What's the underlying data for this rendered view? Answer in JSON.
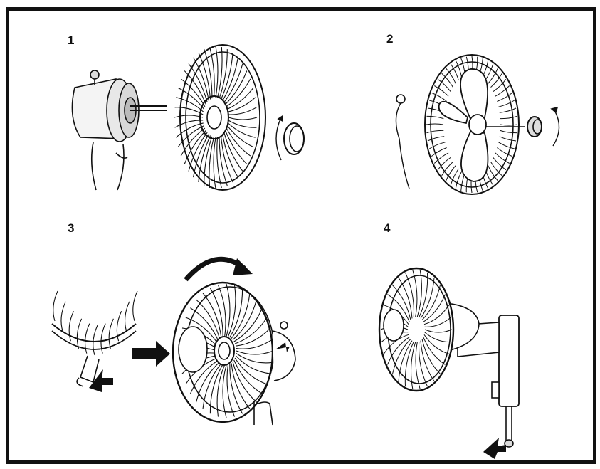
{
  "steps": [
    {
      "number": "1"
    },
    {
      "number": "2"
    },
    {
      "number": "3"
    },
    {
      "number": "4"
    }
  ],
  "colors": {
    "ink": "#111111",
    "background": "#ffffff"
  },
  "icons": [
    "fan-motor-icon",
    "rear-guard-icon",
    "locking-nut-icon",
    "fan-blade-icon",
    "spinner-cap-icon",
    "front-guard-icon",
    "guard-clip-icon",
    "assembled-fan-icon",
    "wall-bracket-icon",
    "arrow-icon",
    "rotation-arrow-icon"
  ]
}
